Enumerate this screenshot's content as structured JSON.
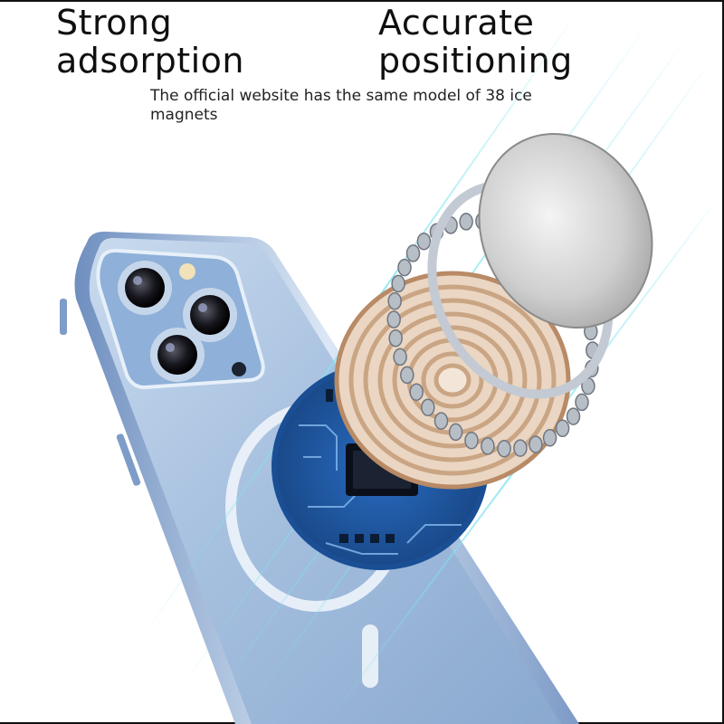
{
  "headlines": {
    "left": {
      "line1": "Strong",
      "line2": "adsorption"
    },
    "right": {
      "line1": "Accurate",
      "line2": "positioning"
    }
  },
  "subtitle": "The official website has the same model of 38 ice magnets",
  "illustration": {
    "subject": "phone-case-with-exploded-magsafe-magnet-module",
    "magnet_bead_count": 38,
    "colors": {
      "phone_body": "#9bb7d9",
      "phone_frame": "#b9cfe8",
      "circuit_board": "#1e5aa8",
      "coil": "#c9a27f",
      "metal_plate": "#d8d8d8",
      "magnet_ring": "#b8bec6",
      "light_beams": "#7fe3f0"
    }
  }
}
